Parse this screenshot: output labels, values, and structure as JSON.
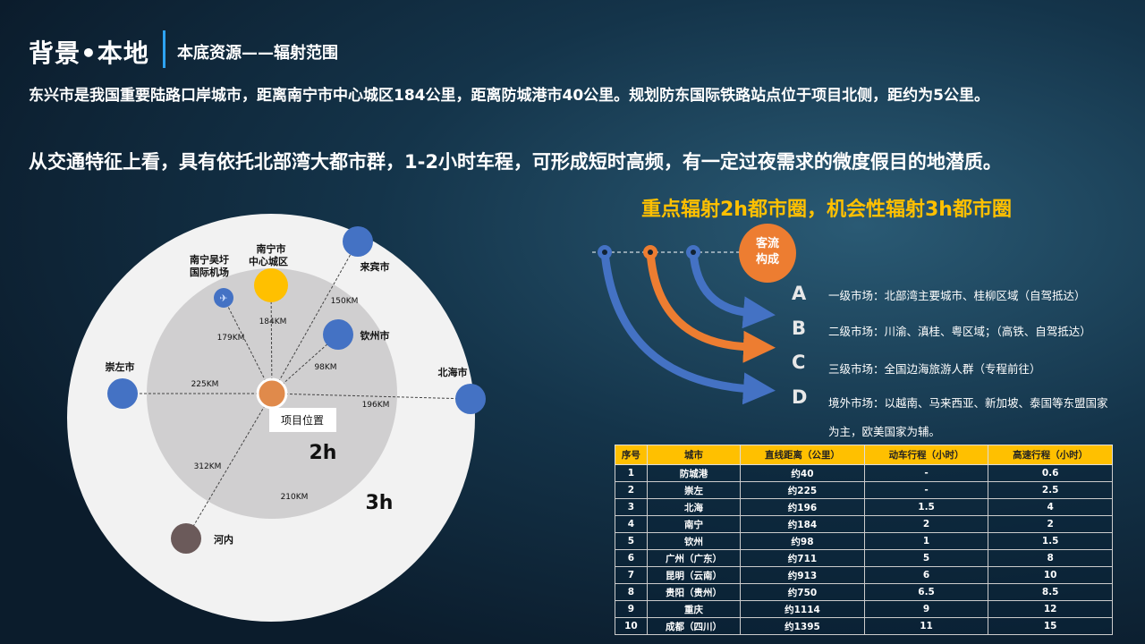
{
  "header": {
    "title": "背景•本地",
    "subtitle": "本底资源——辐射范围"
  },
  "intro": {
    "p1": "东兴市是我国重要陆路口岸城市，距离南宁市中心城区184公里，距离防城港市40公里。规划防东国际铁路站点位于项目北侧，距约为5公里。",
    "p2": "从交通特征上看，具有依托北部湾大都市群，1-2小时车程，可形成短时高频，有一定过夜需求的微度假目的地潜质。"
  },
  "diagram": {
    "center_label": "项目位置",
    "ring_inner": "2h",
    "ring_outer": "3h",
    "nodes": [
      {
        "name": "南宁市\n中心城区",
        "line1": "南宁市",
        "line2": "中心城区",
        "distance": "184KM",
        "color": "#ffc000"
      },
      {
        "line1": "南宁吴圩",
        "line2": "国际机场",
        "distance": "179KM",
        "color": "#4472c4",
        "icon": "airplane-icon"
      },
      {
        "line1": "来宾市",
        "distance": "150KM",
        "color": "#4472c4"
      },
      {
        "line1": "钦州市",
        "distance": "98KM",
        "color": "#4472c4"
      },
      {
        "line1": "崇左市",
        "distance": "225KM",
        "color": "#4472c4"
      },
      {
        "line1": "北海市",
        "distance": "196KM",
        "color": "#4472c4"
      },
      {
        "line1": "河内",
        "distance": "312KM",
        "color": "#6b5a5a"
      }
    ],
    "extra_distance": "210KM",
    "colors": {
      "project": "#e08a4b",
      "outer": "#f2f2f2",
      "inner": "#d0cfd0"
    }
  },
  "radiation": {
    "headline": "重点辐射2h都市圈，机会性辐射3h都市圈",
    "bubble": {
      "line1": "客流",
      "line2": "构成",
      "color": "#ed7d31"
    },
    "markets": [
      {
        "key": "A",
        "text": "一级市场：北部湾主要城市、桂柳区域（自驾抵达）"
      },
      {
        "key": "B",
        "text": "二级市场：川渝、滇桂、粤区域；（高铁、自驾抵达）"
      },
      {
        "key": "C",
        "text": "三级市场：全国边海旅游人群（专程前往）"
      },
      {
        "key": "D",
        "text": "境外市场：以越南、马来西亚、新加坡、泰国等东盟国家",
        "text2": "为主，欧美国家为辅。"
      }
    ]
  },
  "table": {
    "headers": [
      "序号",
      "城市",
      "直线距离（公里）",
      "动车行程（小时）",
      "高速行程（小时）"
    ],
    "rows": [
      [
        "1",
        "防城港",
        "约40",
        "-",
        "0.6"
      ],
      [
        "2",
        "崇左",
        "约225",
        "-",
        "2.5"
      ],
      [
        "3",
        "北海",
        "约196",
        "1.5",
        "4"
      ],
      [
        "4",
        "南宁",
        "约184",
        "2",
        "2"
      ],
      [
        "5",
        "钦州",
        "约98",
        "1",
        "1.5"
      ],
      [
        "6",
        "广州（广东）",
        "约711",
        "5",
        "8"
      ],
      [
        "7",
        "昆明（云南）",
        "约913",
        "6",
        "10"
      ],
      [
        "8",
        "贵阳（贵州）",
        "约750",
        "6.5",
        "8.5"
      ],
      [
        "9",
        "重庆",
        "约1114",
        "9",
        "12"
      ],
      [
        "10",
        "成都（四川）",
        "约1395",
        "11",
        "15"
      ]
    ],
    "header_color": "#ffc000"
  }
}
